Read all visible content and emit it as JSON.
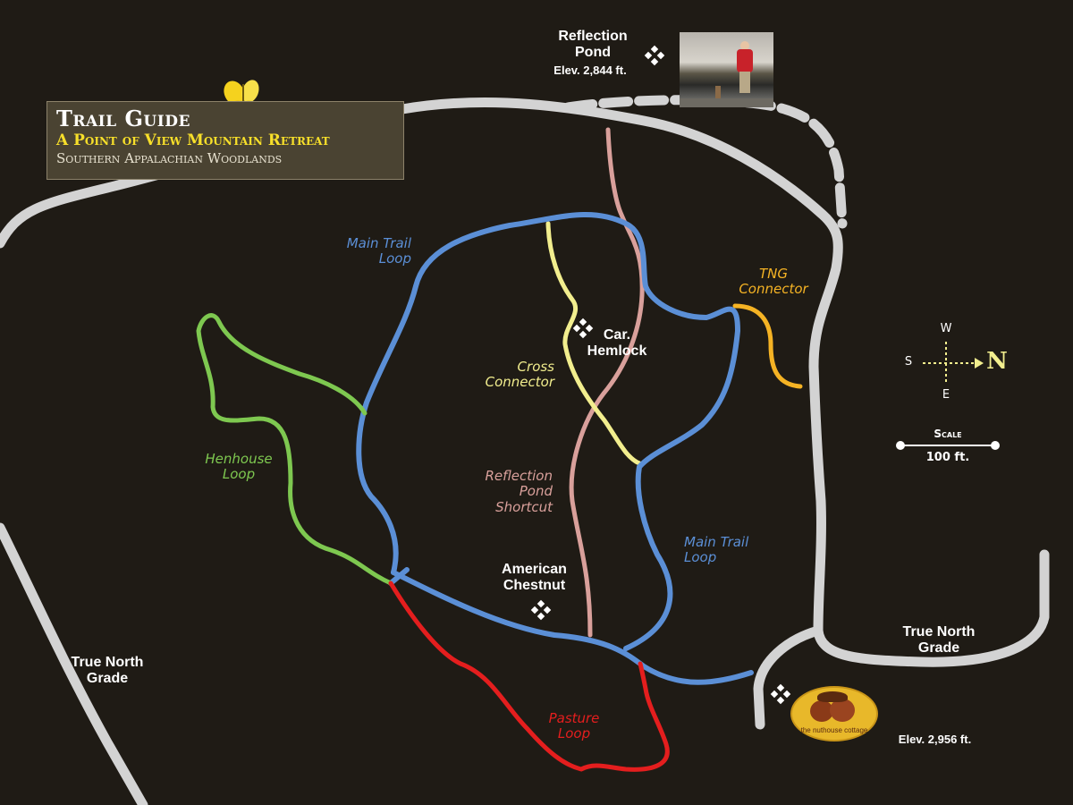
{
  "title": {
    "line1": "Trail Guide",
    "line2": "A Point of View Mountain Retreat",
    "line3": "Southern Appalachian Woodlands"
  },
  "trails": {
    "main_trail_loop_1": "Main Trail\nLoop",
    "main_trail_loop_2": "Main Trail\nLoop",
    "tng_connector": "TNG\nConnector",
    "cross_connector": "Cross\nConnector",
    "henhouse_loop": "Henhouse\nLoop",
    "reflection_pond_shortcut": "Reflection\nPond\nShortcut",
    "pasture_loop": "Pasture\nLoop"
  },
  "places": {
    "reflection_pond": "Reflection\nPond",
    "reflection_pond_elev": "Elev. 2,844 ft.",
    "car_hemlock": "Car.\nHemlock",
    "american_chestnut": "American\nChestnut",
    "true_north_grade_left": "True North\nGrade",
    "true_north_grade_right": "True North\nGrade",
    "cottage_elev": "Elev. 2,956 ft.",
    "cottage_logo_text": "the nuthouse cottage"
  },
  "compass": {
    "n": "N",
    "s": "S",
    "w": "W",
    "e": "E"
  },
  "scale": {
    "label": "Scale",
    "distance": "100 ft."
  },
  "colors": {
    "background": "#1f1b15",
    "road": "#d3d3d3",
    "main_trail": "#5b8fd6",
    "tng_connector": "#f5b324",
    "cross_connector": "#f2ee8e",
    "henhouse": "#7ec850",
    "reflection_shortcut": "#d9a09b",
    "pasture": "#e41e1e",
    "title_accent": "#f7df2a"
  },
  "icons": {
    "marker": "diamond-cluster-icon",
    "butterfly": "butterfly-icon",
    "compass": "compass-rose-icon"
  }
}
